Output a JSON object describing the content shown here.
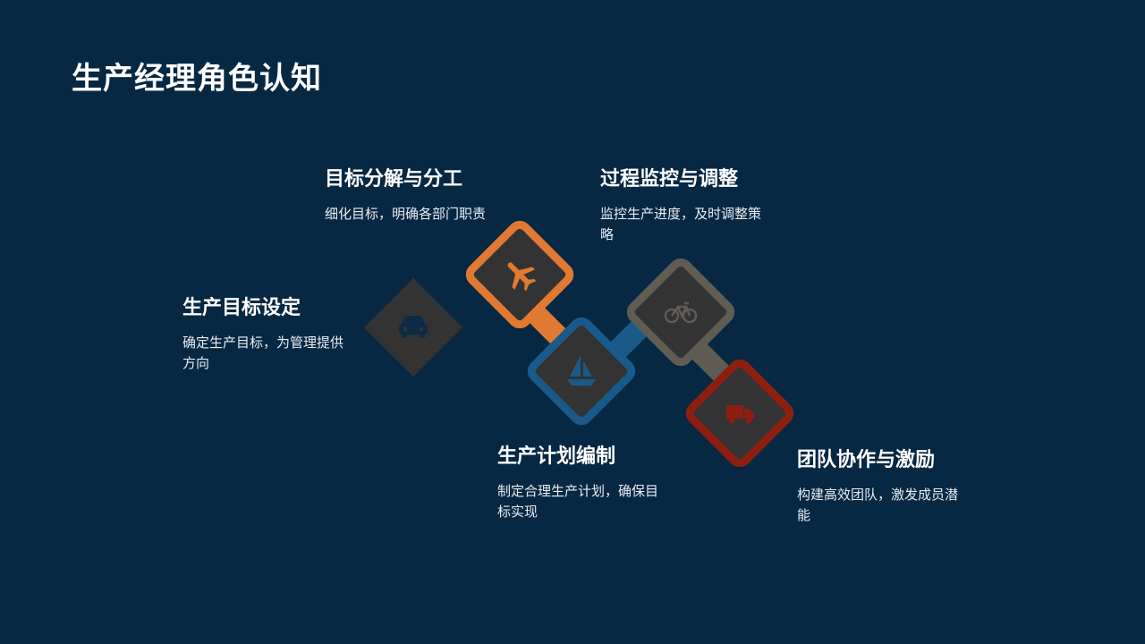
{
  "title": "生产经理角色认知",
  "colors": {
    "background": "#062842",
    "tile_fill": "#333333",
    "step1": "#333333",
    "step2": "#e07a32",
    "step3": "#1a5a8a",
    "step4": "#5e5c53",
    "step5": "#8e1f10"
  },
  "steps": [
    {
      "heading": "生产目标设定",
      "desc": "确定生产目标，为管理提供方向",
      "icon": "car-icon"
    },
    {
      "heading": "目标分解与分工",
      "desc": "细化目标，明确各部门职责",
      "icon": "airplane-icon"
    },
    {
      "heading": "生产计划编制",
      "desc": "制定合理生产计划，确保目标实现",
      "icon": "sailboat-icon"
    },
    {
      "heading": "过程监控与调整",
      "desc": "监控生产进度，及时调整策略",
      "icon": "bicycle-icon"
    },
    {
      "heading": "团队协作与激励",
      "desc": "构建高效团队，激发成员潜能",
      "icon": "truck-icon"
    }
  ]
}
